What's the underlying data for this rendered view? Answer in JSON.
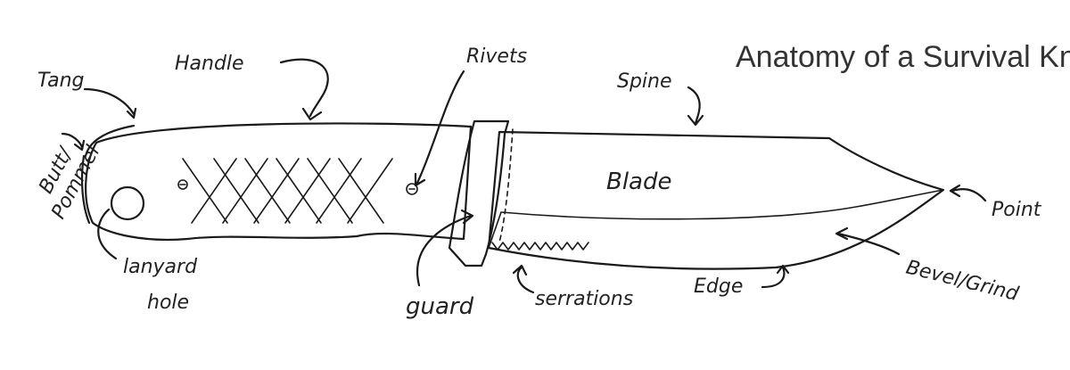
{
  "title": "Anatomy of a Survival Knife",
  "labels": {
    "tang": "Tang",
    "handle": "Handle",
    "rivets": "Rivets",
    "spine": "Spine",
    "butt_line1": "Butt/",
    "butt_line2": "Pommel",
    "blade": "Blade",
    "point": "Point",
    "lanyard_line1": "lanyard",
    "lanyard_line2": "hole",
    "guard": "guard",
    "serrations": "serrations",
    "edge": "Edge",
    "bevel": "Bevel/Grind"
  },
  "colors": {
    "handle": "#d3d3d3",
    "blade": "#c9c9d4",
    "bevel": "#dcdcec",
    "guard": "#c4c4d0",
    "ink": "#1a1a1a"
  }
}
